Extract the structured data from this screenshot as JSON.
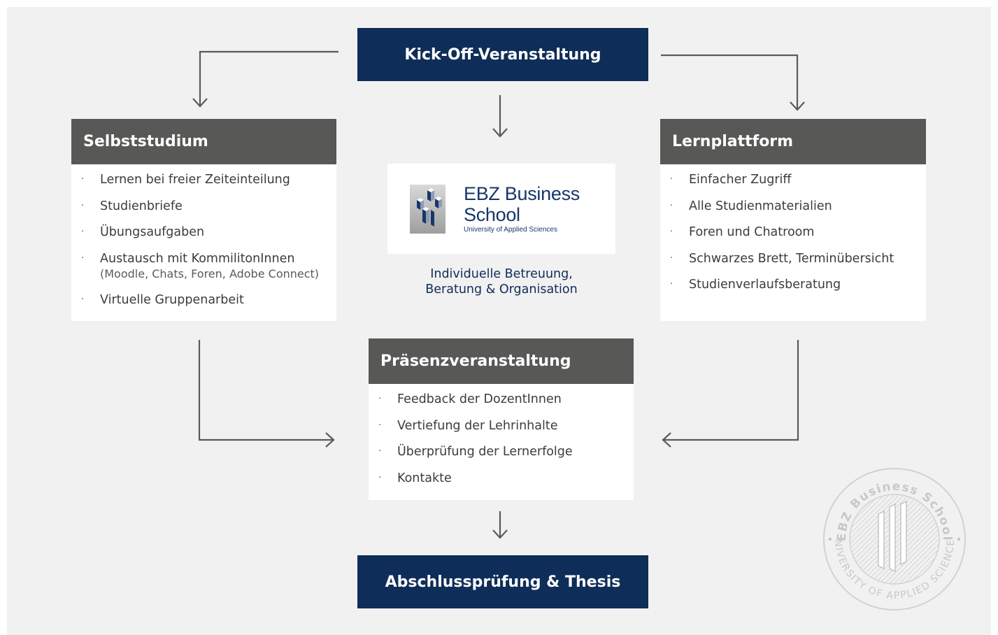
{
  "kickoff": {
    "label": "Kick-Off-Veranstaltung"
  },
  "final": {
    "label": "Abschlussprüfung & Thesis"
  },
  "selbststudium": {
    "title": "Selbststudium",
    "items": [
      {
        "text": "Lernen bei freier Zeiteinteilung"
      },
      {
        "text": "Studienbriefe"
      },
      {
        "text": "Übungsaufgaben"
      },
      {
        "text": "Austausch mit KommilitonInnen",
        "sub": "(Moodle, Chats, Foren, Adobe Connect)"
      },
      {
        "text": "Virtuelle Gruppenarbeit"
      }
    ]
  },
  "lernplattform": {
    "title": "Lernplattform",
    "items": [
      {
        "text": "Einfacher Zugriff"
      },
      {
        "text": "Alle Studienmaterialien"
      },
      {
        "text": "Foren und Chatroom"
      },
      {
        "text": "Schwarzes Brett, Terminübersicht"
      },
      {
        "text": "Studienverlaufsberatung"
      }
    ]
  },
  "praesenz": {
    "title": "Präsenzveranstaltung",
    "items": [
      {
        "text": "Feedback der DozentInnen"
      },
      {
        "text": "Vertiefung der Lehrinhalte"
      },
      {
        "text": "Überprüfung der Lernerfolge"
      },
      {
        "text": "Kontakte"
      }
    ]
  },
  "bullet": "·",
  "logo": {
    "line1": "EBZ Business",
    "line2": "School",
    "tagline": "University of Applied Sciences"
  },
  "center_caption": {
    "line1": "Individuelle Betreuung,",
    "line2": "Beratung & Organisation"
  },
  "seal": {
    "top": "EBZ Business School",
    "bottom": "UNIVERSITY OF APPLIED SCIENCES"
  },
  "colors": {
    "navy": "#0e2d58",
    "header_gray": "#585857",
    "background": "#f2f1f1",
    "arrow": "#5a5a5a"
  }
}
